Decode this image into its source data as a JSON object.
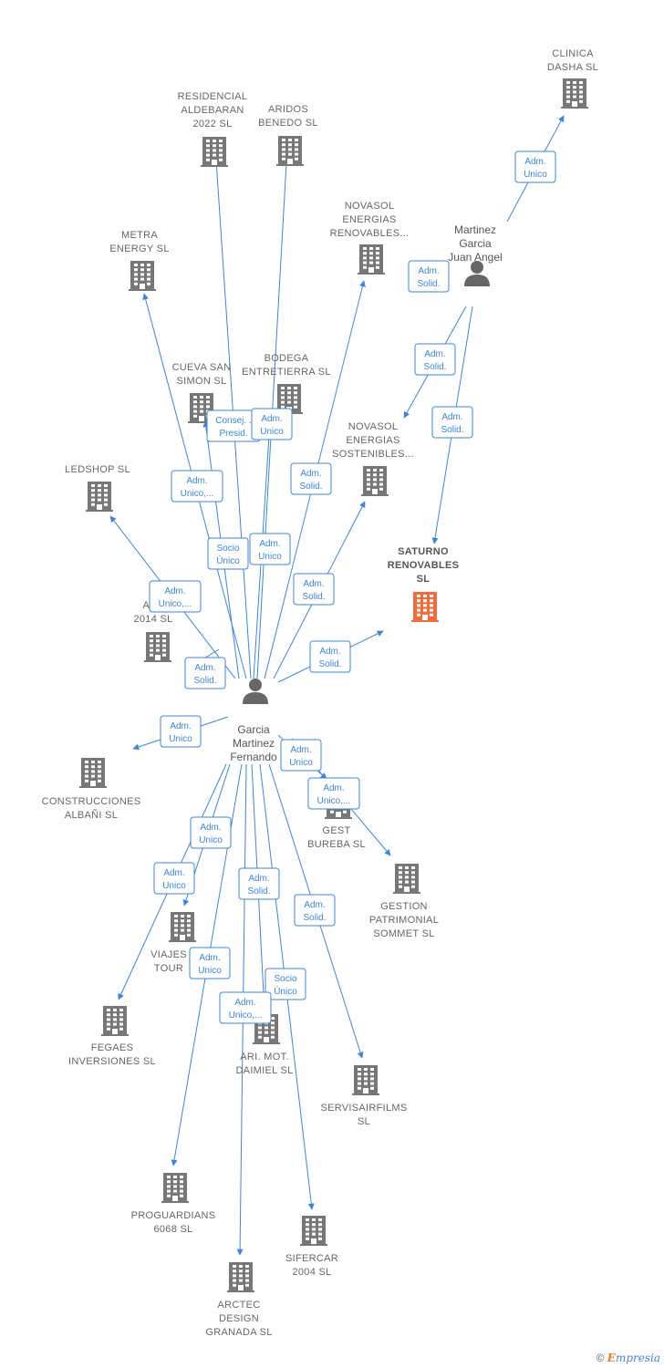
{
  "colors": {
    "edge": "#3d85d6",
    "building": "#777777",
    "building_main": "#f26b3a",
    "person": "#666666"
  },
  "footer": {
    "copyright": "©",
    "brand_e": "E",
    "brand_rest": "mpresia"
  },
  "people": [
    {
      "id": "fernando",
      "lines": [
        "Garcia",
        "Martinez",
        "Fernando"
      ]
    },
    {
      "id": "juan",
      "lines": [
        "Martinez",
        "Garcia",
        "Juan Angel"
      ]
    }
  ],
  "companies": [
    {
      "id": "clinica",
      "lines": [
        "CLINICA",
        "DASHA  SL"
      ]
    },
    {
      "id": "residencial",
      "lines": [
        "RESIDENCIAL",
        "ALDEBARAN",
        "2022  SL"
      ]
    },
    {
      "id": "aridos",
      "lines": [
        "ARIDOS",
        "BENEDO  SL"
      ]
    },
    {
      "id": "novasol_ren",
      "lines": [
        "NOVASOL",
        "ENERGIAS",
        "RENOVABLES..."
      ]
    },
    {
      "id": "metra",
      "lines": [
        "METRA",
        "ENERGY  SL"
      ]
    },
    {
      "id": "cueva",
      "lines": [
        "CUEVA SAN",
        "SIMON  SL"
      ]
    },
    {
      "id": "bodega",
      "lines": [
        "BODEGA",
        "ENTRETIERRA SL"
      ]
    },
    {
      "id": "novasol_sos",
      "lines": [
        "NOVASOL",
        "ENERGIAS",
        "SOSTENIBLES..."
      ]
    },
    {
      "id": "ledshop",
      "lines": [
        "LEDSHOP SL"
      ]
    },
    {
      "id": "saturno",
      "lines": [
        "SATURNO",
        "RENOVABLES",
        "SL"
      ],
      "main": true
    },
    {
      "id": "anf",
      "lines": [
        "ANF",
        "2014  SL"
      ]
    },
    {
      "id": "construcciones",
      "lines": [
        "CONSTRUCCIONES",
        "ALBAÑI SL"
      ]
    },
    {
      "id": "gest",
      "lines": [
        "GEST",
        "BUREBA  SL"
      ]
    },
    {
      "id": "gestion",
      "lines": [
        "GESTION",
        "PATRIMONIAL",
        "SOMMET  SL"
      ]
    },
    {
      "id": "viajes",
      "lines": [
        "VIAJES",
        "TOUR"
      ]
    },
    {
      "id": "fegaes",
      "lines": [
        "FEGAES",
        "INVERSIONES SL"
      ]
    },
    {
      "id": "ari",
      "lines": [
        "ARI.  MOT.",
        "DAIMIEL SL"
      ]
    },
    {
      "id": "servis",
      "lines": [
        "SERVISAIRFILMS",
        "SL"
      ]
    },
    {
      "id": "proguardians",
      "lines": [
        "PROGUARDIANS",
        "6068  SL"
      ]
    },
    {
      "id": "sifercar",
      "lines": [
        "SIFERCAR",
        "2004  SL"
      ]
    },
    {
      "id": "arctec",
      "lines": [
        "ARCTEC",
        "DESIGN",
        "GRANADA  SL"
      ]
    }
  ],
  "relations": [
    {
      "id": "r_clinica",
      "lines": [
        "Adm.",
        "Unico"
      ]
    },
    {
      "id": "r_juan_novasol",
      "lines": [
        "Adm.",
        "Solid."
      ]
    },
    {
      "id": "r_juan_sos",
      "lines": [
        "Adm.",
        "Solid."
      ]
    },
    {
      "id": "r_juan_sat",
      "lines": [
        "Adm.",
        "Solid."
      ]
    },
    {
      "id": "r_consej",
      "lines": [
        "Consej. .",
        "Presid."
      ]
    },
    {
      "id": "r_bodega",
      "lines": [
        "Adm.",
        "Unico"
      ]
    },
    {
      "id": "r_metra",
      "lines": [
        "Adm.",
        "Unico,..."
      ]
    },
    {
      "id": "r_novasol_f",
      "lines": [
        "Adm.",
        "Solid."
      ]
    },
    {
      "id": "r_socio1",
      "lines": [
        "Socio",
        "Único"
      ]
    },
    {
      "id": "r_aridos",
      "lines": [
        "Adm.",
        "Unico"
      ]
    },
    {
      "id": "r_ledshop",
      "lines": [
        "Adm.",
        "Unico,..."
      ]
    },
    {
      "id": "r_sos_f",
      "lines": [
        "Adm.",
        "Solid."
      ]
    },
    {
      "id": "r_anf",
      "lines": [
        "Adm.",
        "Solid."
      ]
    },
    {
      "id": "r_sat_f",
      "lines": [
        "Adm.",
        "Solid."
      ]
    },
    {
      "id": "r_constr",
      "lines": [
        "Adm.",
        "Unico"
      ]
    },
    {
      "id": "r_gest",
      "lines": [
        "Adm.",
        "Unico"
      ]
    },
    {
      "id": "r_gestion",
      "lines": [
        "Adm.",
        "Unico,..."
      ]
    },
    {
      "id": "r_viajes",
      "lines": [
        "Adm.",
        "Unico"
      ]
    },
    {
      "id": "r_fegaes",
      "lines": [
        "Adm.",
        "Unico"
      ]
    },
    {
      "id": "r_ari",
      "lines": [
        "Adm.",
        "Solid."
      ]
    },
    {
      "id": "r_servis",
      "lines": [
        "Adm.",
        "Solid."
      ]
    },
    {
      "id": "r_prog",
      "lines": [
        "Adm.",
        "Unico"
      ]
    },
    {
      "id": "r_socio2",
      "lines": [
        "Socio",
        "Único"
      ]
    },
    {
      "id": "r_arctec",
      "lines": [
        "Adm.",
        "Unico,..."
      ]
    }
  ]
}
